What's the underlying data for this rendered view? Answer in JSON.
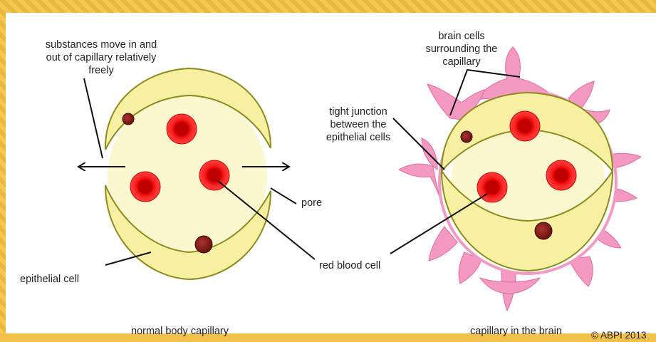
{
  "labels": {
    "substances": "substances move in and\nout of capillary relatively\nfreely",
    "brain_cells": "brain cells\nsurrounding the\ncapillary",
    "tight_junction": "tight junction\nbetween the\nepithelial cells",
    "pore": "pore",
    "epithelial_cell": "epithelial cell",
    "red_blood_cell": "red blood cell"
  },
  "captions": {
    "normal": "normal body capillary",
    "brain": "capillary in the brain"
  },
  "copyright": "© ABPI 2013",
  "colors": {
    "border": "#f2c14a",
    "epithelial_fill": "#f7f0a0",
    "lumen_fill": "#fbf8d0",
    "brain_cell_fill": "#f49ac1",
    "rbc_outer": "#ff3b3b",
    "rbc_inner": "#cc0000",
    "nucleus": "#7a1a10"
  }
}
